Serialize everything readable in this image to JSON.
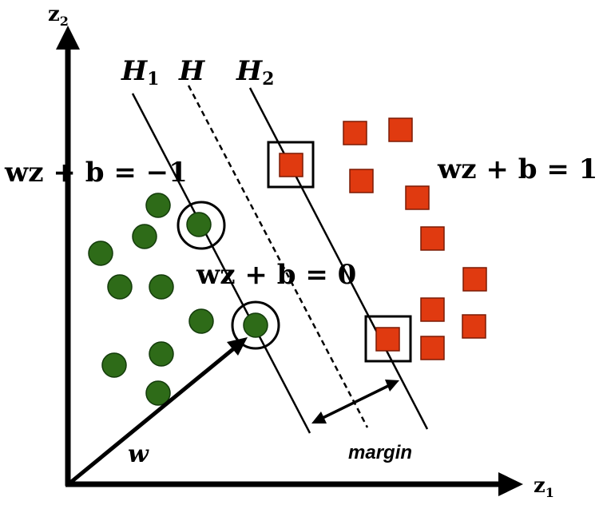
{
  "axes": {
    "x_label": "z",
    "x_sub": "1",
    "y_label": "z",
    "y_sub": "2",
    "w_label": "w"
  },
  "hyperplanes": {
    "h1_label": "H",
    "h1_sub": "1",
    "h_label": "H",
    "h2_label": "H",
    "h2_sub": "2"
  },
  "equations": {
    "neg": "wz + b = −1",
    "zero": "wz + b = 0",
    "pos": "wz + b = 1"
  },
  "margin_label": "margin",
  "colors": {
    "positive_class": "#e03a10",
    "negative_class": "#2e6b18",
    "stroke": "#000000"
  }
}
